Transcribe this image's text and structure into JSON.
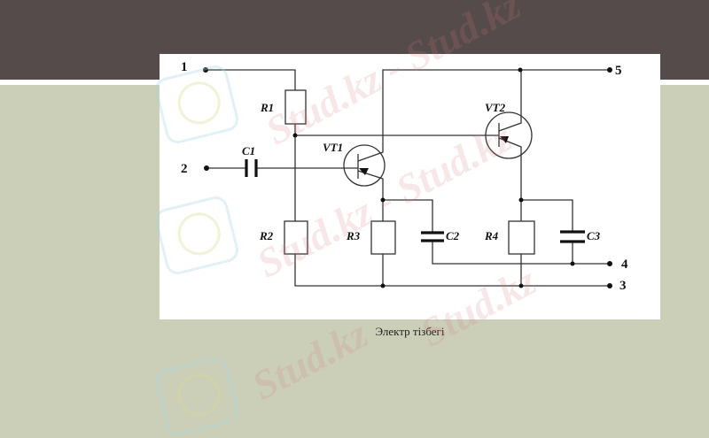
{
  "slide": {
    "header_color": "#544b4a",
    "background_color": "#cbcfb8",
    "caption": "Электр тізбегі"
  },
  "watermark": {
    "text": "Stud.kz - Stud.kz",
    "short_text": "Stud.kz"
  },
  "diagram": {
    "terminals": [
      {
        "id": "1",
        "label": "1"
      },
      {
        "id": "2",
        "label": "2"
      },
      {
        "id": "3",
        "label": "3"
      },
      {
        "id": "4",
        "label": "4"
      },
      {
        "id": "5",
        "label": "5"
      }
    ],
    "components": {
      "R1": "R1",
      "R2": "R2",
      "R3": "R3",
      "R4": "R4",
      "C1": "C1",
      "C2": "C2",
      "C3": "C3",
      "VT1": "VT1",
      "VT2": "VT2"
    }
  }
}
